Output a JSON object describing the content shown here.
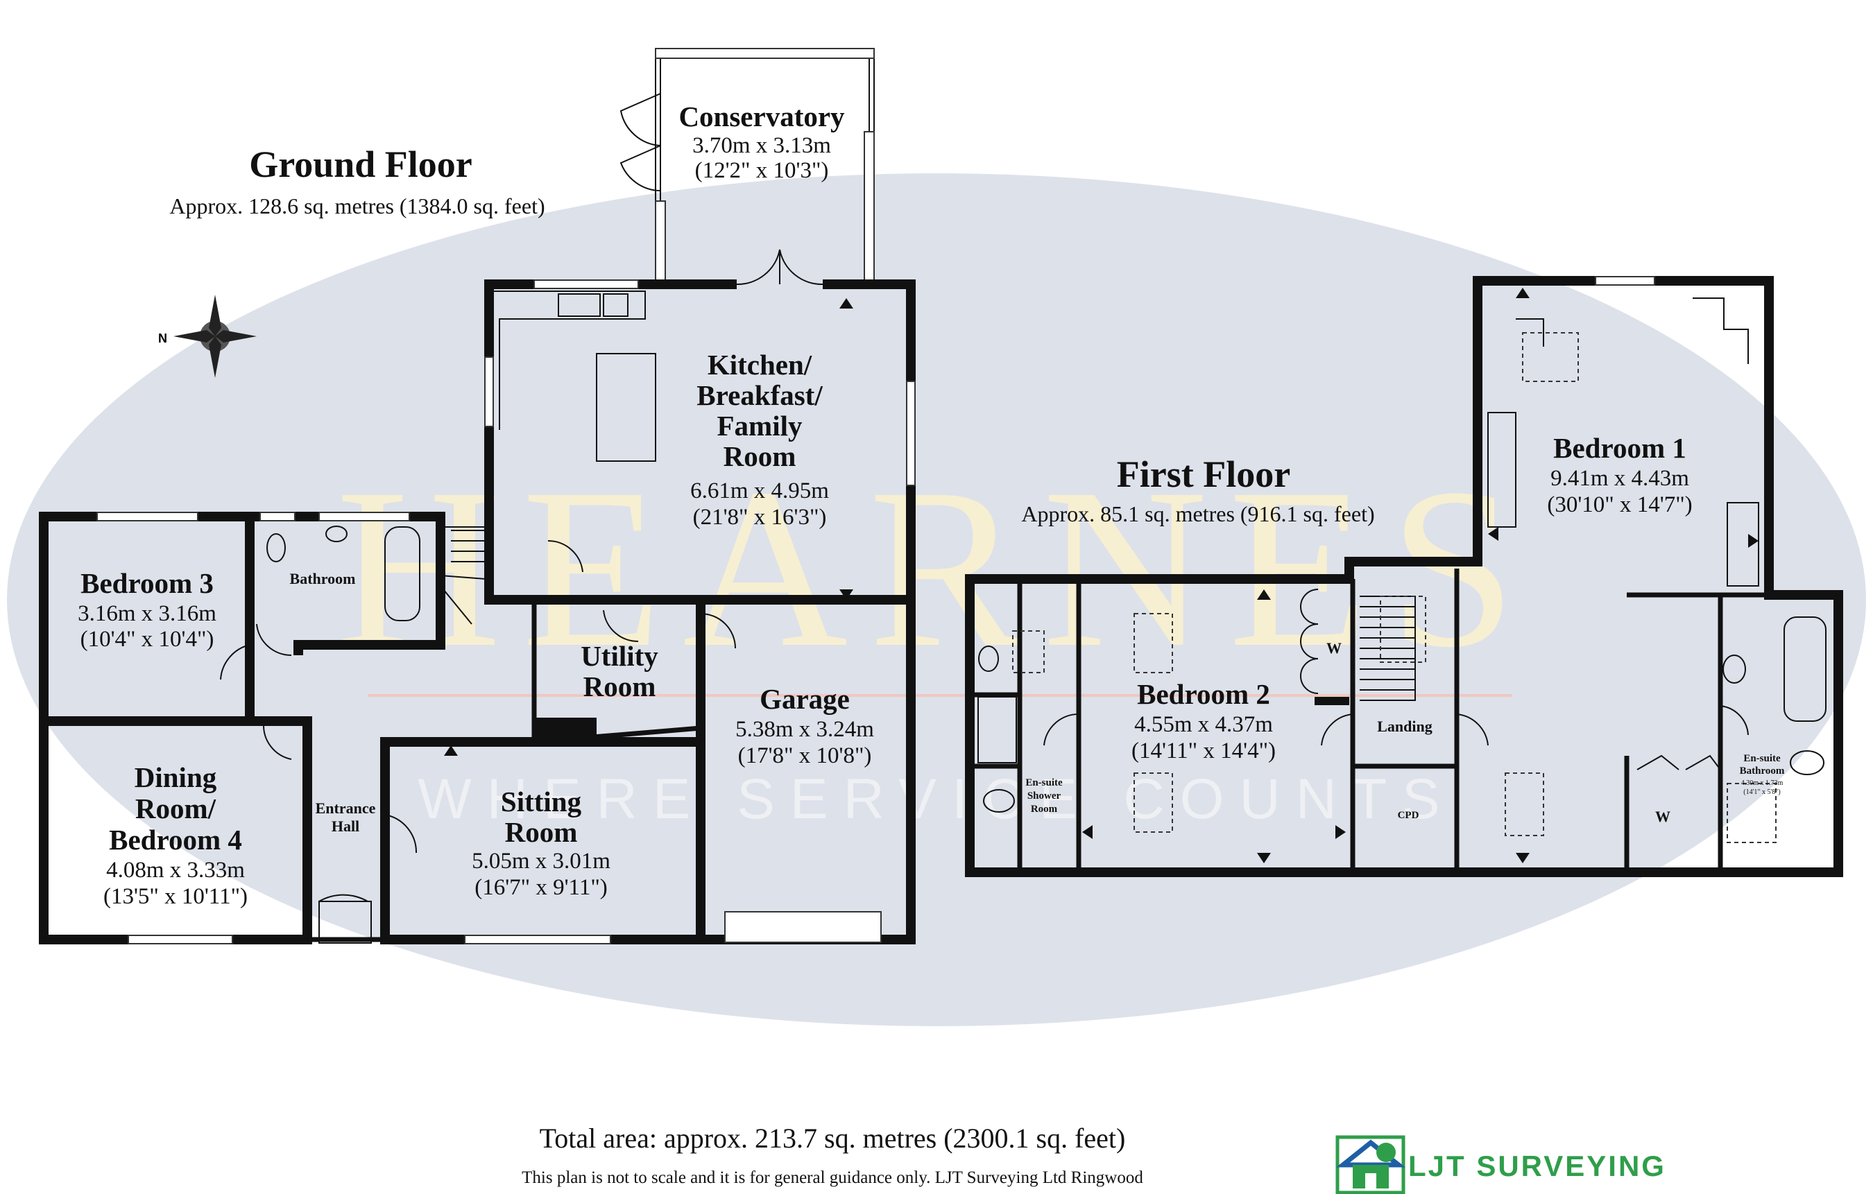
{
  "watermark": {
    "brand": "HEARNES",
    "tagline": "WHERE SERVICE COUNTS"
  },
  "ground_floor": {
    "title": "Ground Floor",
    "area": "Approx. 128.6 sq. metres (1384.0 sq. feet)",
    "rooms": {
      "conservatory": {
        "name": "Conservatory",
        "dim_m": "3.70m x 3.13m",
        "dim_ft": "(12'2\" x 10'3\")"
      },
      "kitchen": {
        "name_l1": "Kitchen/",
        "name_l2": "Breakfast/",
        "name_l3": "Family",
        "name_l4": "Room",
        "dim_m": "6.61m x 4.95m",
        "dim_ft": "(21'8\" x 16'3\")"
      },
      "bedroom3": {
        "name": "Bedroom 3",
        "dim_m": "3.16m x 3.16m",
        "dim_ft": "(10'4\" x 10'4\")"
      },
      "bathroom": {
        "name": "Bathroom"
      },
      "utility": {
        "name_l1": "Utility",
        "name_l2": "Room"
      },
      "garage": {
        "name": "Garage",
        "dim_m": "5.38m x 3.24m",
        "dim_ft": "(17'8\" x 10'8\")"
      },
      "dining": {
        "name_l1": "Dining",
        "name_l2": "Room/",
        "name_l3": "Bedroom 4",
        "dim_m": "4.08m x 3.33m",
        "dim_ft": "(13'5\" x 10'11\")"
      },
      "hall": {
        "name_l1": "Entrance",
        "name_l2": "Hall"
      },
      "sitting": {
        "name_l1": "Sitting",
        "name_l2": "Room",
        "dim_m": "5.05m x 3.01m",
        "dim_ft": "(16'7\" x 9'11\")"
      }
    }
  },
  "first_floor": {
    "title": "First Floor",
    "area": "Approx. 85.1 sq. metres (916.1 sq. feet)",
    "rooms": {
      "bedroom1": {
        "name": "Bedroom 1",
        "dim_m": "9.41m x 4.43m",
        "dim_ft": "(30'10\" x 14'7\")"
      },
      "bedroom2": {
        "name": "Bedroom 2",
        "dim_m": "4.55m x 4.37m",
        "dim_ft": "(14'11\" x 14'4\")"
      },
      "ensuite_shower": {
        "name_l1": "En-suite",
        "name_l2": "Shower",
        "name_l3": "Room"
      },
      "landing": {
        "name": "Landing"
      },
      "cpd": {
        "name": "CPD"
      },
      "wardrobe": {
        "name": "W"
      },
      "ensuite_bath": {
        "name_l1": "En-suite",
        "name_l2": "Bathroom",
        "dim": "4.30m x 1.73m",
        "dim_ft": "(14'1\" x 5'8\")"
      }
    }
  },
  "compass": {
    "label": "N"
  },
  "footer": {
    "total": "Total area: approx. 213.7 sq. metres (2300.1 sq. feet)",
    "disclaimer": "This plan is not to scale and it is for general guidance only. LJT Surveying Ltd Ringwood"
  },
  "logo": {
    "text": "LJT Surveying"
  },
  "colors": {
    "watermark_oval": "#dde1ea",
    "watermark_text": "#f7efd2",
    "logo_green": "#2f9e4a",
    "logo_blue": "#1f5fa6",
    "wall": "#111111"
  }
}
